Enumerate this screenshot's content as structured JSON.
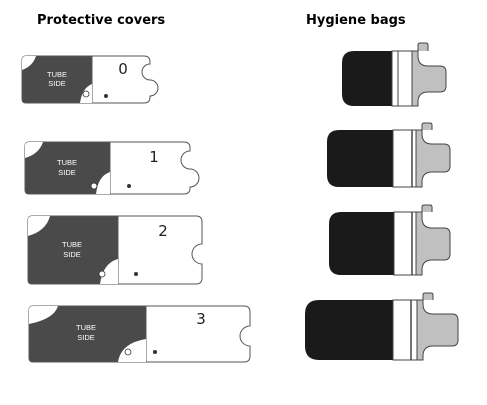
{
  "headings": {
    "covers": "Protective covers",
    "bags": "Hygiene bags"
  },
  "covers": [
    {
      "size": "0",
      "side_line1": "TUBE",
      "side_line2": "SIDE"
    },
    {
      "size": "1",
      "side_line1": "TUBE",
      "side_line2": "SIDE"
    },
    {
      "size": "2",
      "side_line1": "TUBE",
      "side_line2": "SIDE"
    },
    {
      "size": "3",
      "side_line1": "TUBE",
      "side_line2": "SIDE"
    }
  ],
  "colors": {
    "dark_panel": "#4a4a4a",
    "bag_black": "#1a1a1a",
    "bag_grey": "#c0c0c0",
    "outline": "#555555"
  }
}
